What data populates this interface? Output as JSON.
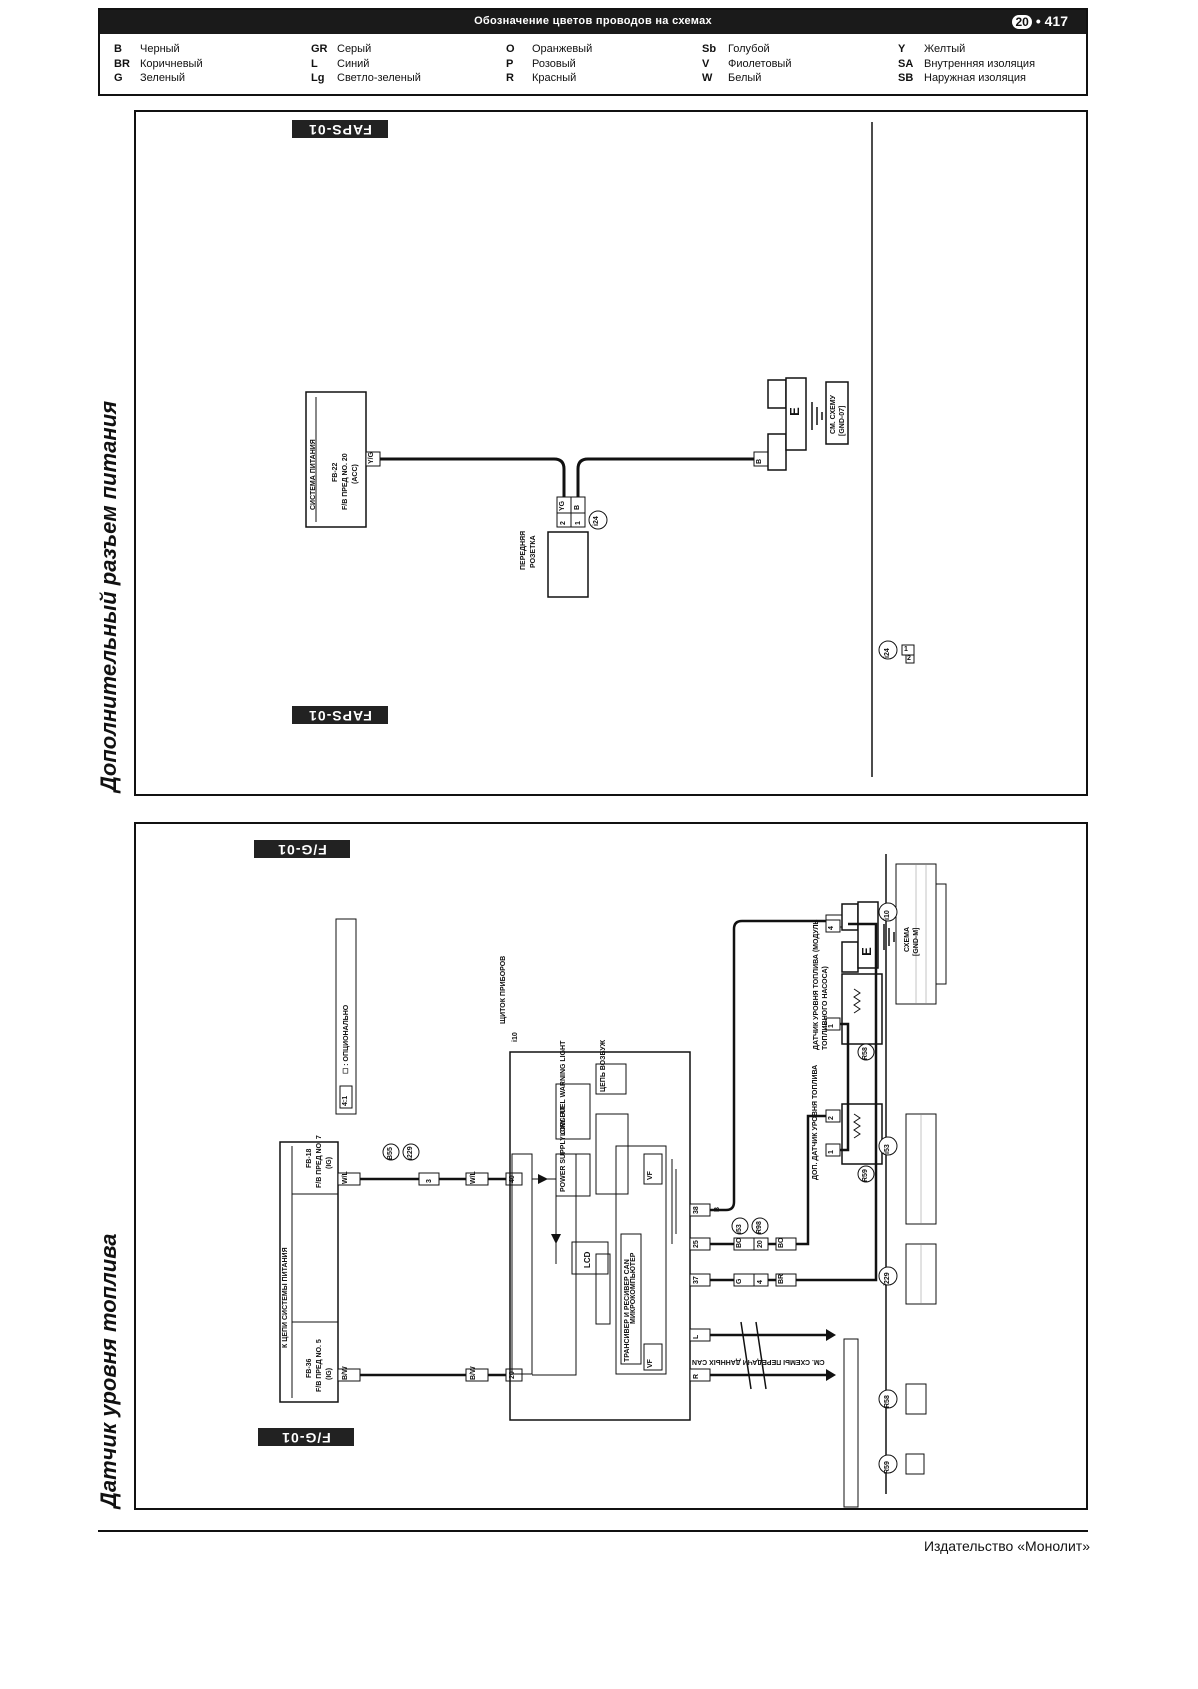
{
  "header": {
    "title": "Обозначение цветов проводов на схемах",
    "section_number": "20",
    "page_number": "• 417"
  },
  "legend": [
    [
      {
        "code": "B",
        "name": "Черный"
      },
      {
        "code": "BR",
        "name": "Коричневый"
      },
      {
        "code": "G",
        "name": "Зеленый"
      }
    ],
    [
      {
        "code": "GR",
        "name": "Серый"
      },
      {
        "code": "L",
        "name": "Синий"
      },
      {
        "code": "Lg",
        "name": "Светло-зеленый"
      }
    ],
    [
      {
        "code": "O",
        "name": "Оранжевый"
      },
      {
        "code": "P",
        "name": "Розовый"
      },
      {
        "code": "R",
        "name": "Красный"
      }
    ],
    [
      {
        "code": "Sb",
        "name": "Голубой"
      },
      {
        "code": "V",
        "name": "Фиолетовый"
      },
      {
        "code": "W",
        "name": "Белый"
      }
    ],
    [
      {
        "code": "Y",
        "name": "Желтый"
      },
      {
        "code": "SA",
        "name": "Внутренняя изоляция"
      },
      {
        "code": "SB",
        "name": "Наружная изоляция"
      }
    ]
  ],
  "diagram1": {
    "side_title": "Дополнительный разъем питания",
    "code": "FAPS-01",
    "power_box": {
      "title": "СИСТЕМА ПИТАНИЯ",
      "line1": "FB-22",
      "line2": "F/B ПРЕД NO. 20",
      "line3": "(ACC)"
    },
    "wire_yg": "Y/G",
    "wire_b": "B",
    "socket_pins": {
      "p2": "2",
      "p1": "1",
      "yg": "YG",
      "b": "B",
      "conn": "i24"
    },
    "socket_label_1": "ПЕРЕДНЯЯ",
    "socket_label_2": "РОЗЕТКА",
    "ground_e": "E",
    "see_schema_1": "СМ. СХЕМУ",
    "see_schema_2": "[GND-07]",
    "conn_ref": "i24",
    "conn_pins": [
      "1",
      "2"
    ]
  },
  "diagram2": {
    "side_title": "Датчик уровня топлива",
    "code": "F/G-01",
    "power_box": {
      "title": "К ЦЕПИ СИСТЕМЫ ПИТАНИЯ",
      "left_1": "FB-18",
      "left_2": "F/B ПРЕД NO. 7",
      "left_3": "(IG)",
      "right_1": "FB-36",
      "right_2": "F/B ПРЕД NO. 5",
      "right_3": "(IG)"
    },
    "wire_wl": "W/L",
    "wire_bw": "B/W",
    "conn_b55": "B55",
    "conn_i229": "i229",
    "pin_3": "3",
    "pin_40": "40",
    "pin_20": "20",
    "optional_note": "☐ : ОПЦИОНАЛЬНО",
    "optional_box": "4:1",
    "cluster_title": "ЩИТОК ПРИБОРОВ",
    "cluster_conn": "i10",
    "power_supply": "POWER SUPPLY CIRCUIT",
    "low_fuel": "LOW-FUEL WARNING LIGHT",
    "ign_circuit": "ЦЕПЬ ВОЗБУЖ",
    "lcd": "LCD",
    "micro": "МИКРОКОМПЬЮТЕР",
    "transceiver": "ТРАНСИВЕР И РЕСИВЕР CAN",
    "vf": "VF",
    "pins": {
      "p38": "38",
      "p25": "25",
      "p37": "37",
      "p2": "2",
      "p1": "1",
      "p20": "20",
      "p4": "4"
    },
    "wires": {
      "b": "B",
      "bo": "BO",
      "g": "G",
      "br": "BR",
      "l": "L",
      "r": "R"
    },
    "conn_i53": "i53",
    "conn_r98": "R98",
    "sender_main_title": "ДАТЧИК УРОВНЯ ТОПЛИВА (МОДУЛЬ ТОПЛИВНОГО НАСОСА)",
    "sender_main_conn": "R58",
    "sender_sub_title": "ДОП. ДАТЧИК УРОВНЯ ТОПЛИВА",
    "sender_sub_conn": "R59",
    "can_note": "СМ. СХЕМЫ ПЕРЕДАЧИ ДАННЫХ CAN",
    "ground_e": "E",
    "schema_1": "СХЕМА",
    "schema_2": "[GND-M]",
    "conn_refs": [
      "i10",
      "i53",
      "i229",
      "R58",
      "R59"
    ]
  },
  "footer": "Издательство «Монолит»"
}
